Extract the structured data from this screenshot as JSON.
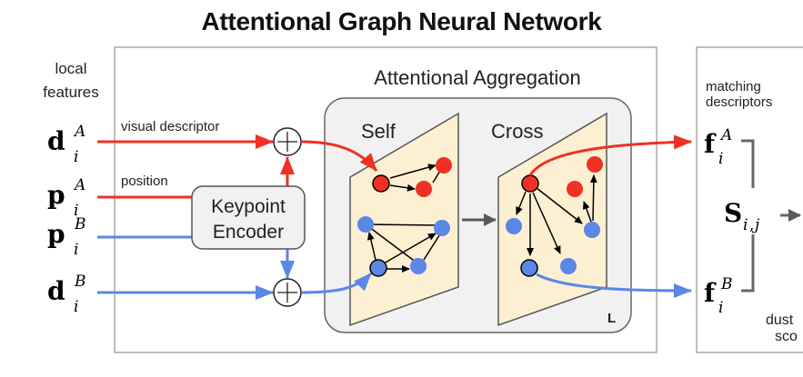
{
  "title": "Attentional Graph Neural Network",
  "colors": {
    "red": "#f03024",
    "blue": "#5b87e6",
    "dark_arrow": "#5a5a5a",
    "panel_fill": "#fdf0d2",
    "aggregation_fill": "#f1f1f1",
    "encoder_fill": "#f1f1f1"
  },
  "left": {
    "heading_line1": "local",
    "heading_line2": "features",
    "inputs": [
      {
        "symbol": "d",
        "sub": "i",
        "sup": "A"
      },
      {
        "symbol": "p",
        "sub": "i",
        "sup": "A"
      },
      {
        "symbol": "p",
        "sub": "i",
        "sup": "B"
      },
      {
        "symbol": "d",
        "sub": "i",
        "sup": "B"
      }
    ],
    "edge_labels": {
      "visual_descriptor": "visual descriptor",
      "position": "position"
    }
  },
  "encoder": {
    "line1": "Keypoint",
    "line2": "Encoder"
  },
  "sum_symbol": "+",
  "aggregation": {
    "label": "Attentional Aggregation",
    "self_label": "Self",
    "cross_label": "Cross",
    "layers_label": "L"
  },
  "right": {
    "heading_line1": "matching",
    "heading_line2": "descriptors",
    "outputs": [
      {
        "symbol": "f",
        "sub": "i",
        "sup": "A"
      },
      {
        "symbol": "f",
        "sub": "i",
        "sup": "B"
      }
    ],
    "score": {
      "symbol": "S",
      "sub_i": "i",
      "comma": ",",
      "sub_j": "j"
    },
    "dustbin_line1": "dust",
    "dustbin_line2": "sco"
  }
}
